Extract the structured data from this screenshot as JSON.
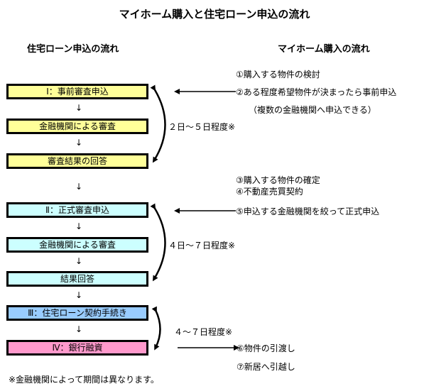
{
  "title": "マイホーム購入と住宅ローン申込の流れ",
  "columns": {
    "left_header": "住宅ローン申込の流れ",
    "right_header": "マイホーム購入の流れ"
  },
  "colors": {
    "yellow": "#ffff99",
    "cyan": "#ccffff",
    "blue": "#99ccff",
    "pink": "#ff99cc"
  },
  "loan_steps": [
    {
      "label": "Ⅰ：事前審査申込",
      "color": "yellow"
    },
    {
      "label": "金融機関による審査",
      "color": "yellow"
    },
    {
      "label": "審査結果の回答",
      "color": "yellow"
    },
    {
      "label": "Ⅱ：正式審査申込",
      "color": "cyan"
    },
    {
      "label": "金融機関による審査",
      "color": "cyan"
    },
    {
      "label": "結果回答",
      "color": "cyan"
    },
    {
      "label": "Ⅲ：住宅ローン契約手続き",
      "color": "blue"
    },
    {
      "label": "Ⅳ：銀行融資",
      "color": "pink"
    }
  ],
  "down_arrow": "↓",
  "durations": [
    "２日～５日程度※",
    "４日～７日程度※",
    "４～７日程度※"
  ],
  "purchase_steps": [
    "①購入する物件の検討",
    "②ある程度希望物件が決まったら事前申込",
    "（複数の金融機関へ申込できる）",
    "③購入する物件の確定",
    "④不動産売買契約",
    "⑤申込する金融機関を絞って正式申込",
    "⑥物件の引渡し",
    "⑦新居へ引越し"
  ],
  "footnote": "※金融機関によって期間は異なります。"
}
